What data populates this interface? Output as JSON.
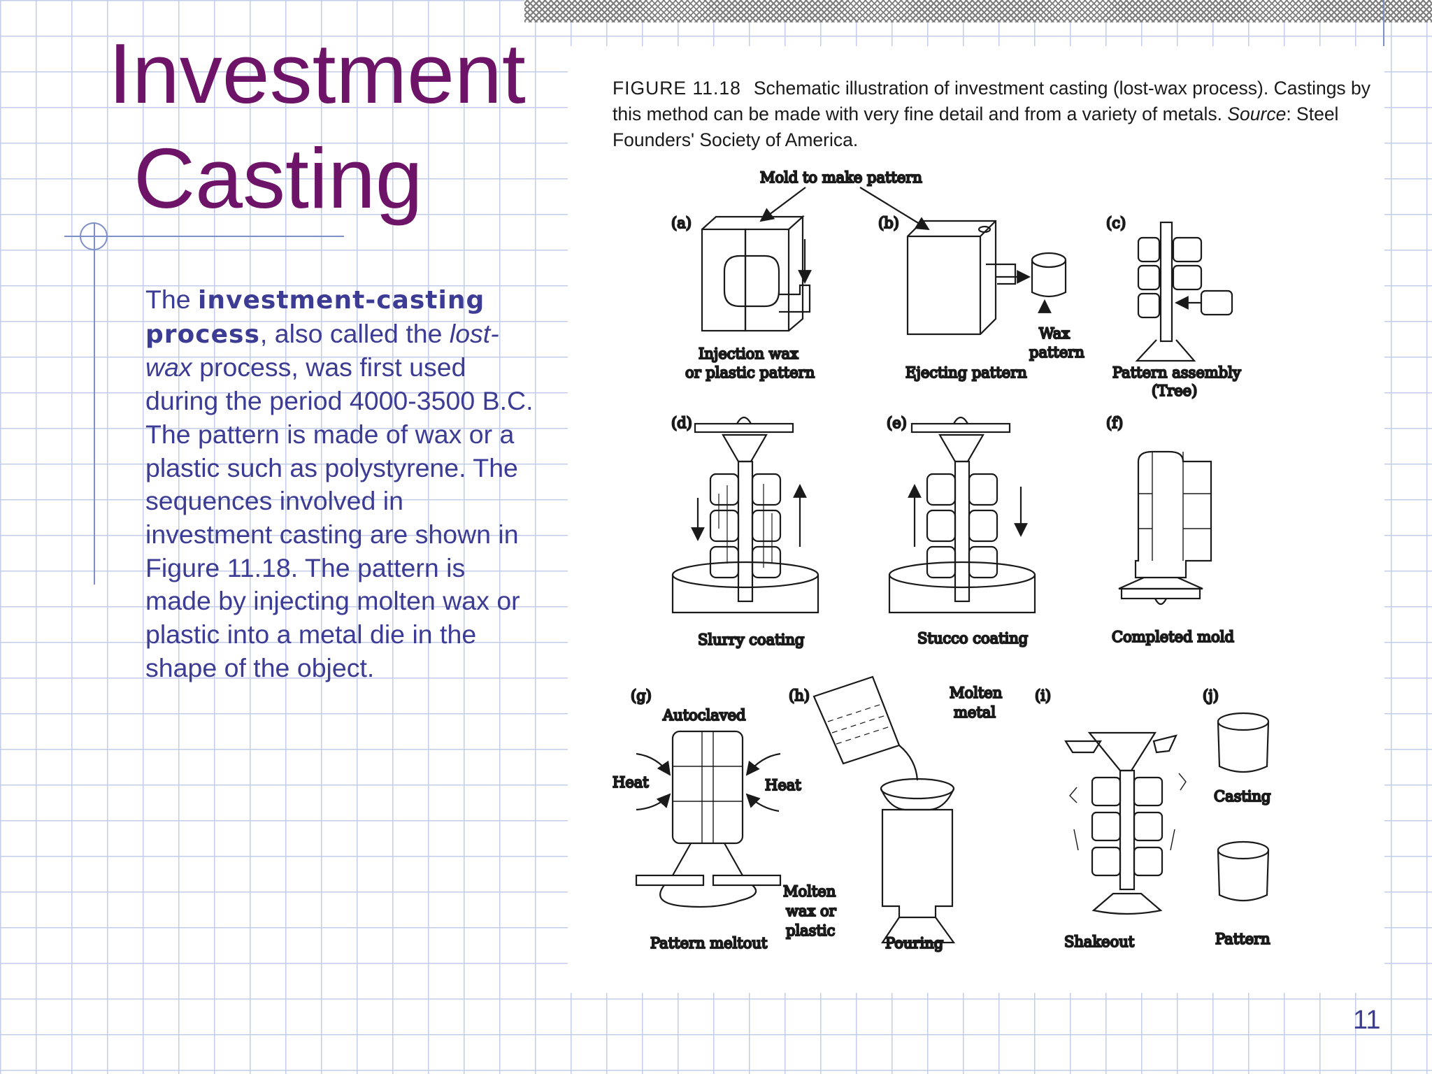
{
  "slide": {
    "title_line1": "Investment",
    "title_line2": "Casting",
    "body": {
      "t1": "The ",
      "t2": "investment-casting process",
      "t3": ", also called the ",
      "t4": "lost-wax",
      "t5": " process, was first used during the period 4000-3500 B.C. The pattern is made of wax or a plastic such as polystyrene. The sequences involved in investment casting are shown in Figure 11.18. The pattern is made by injecting molten wax or plastic into a metal die in the shape of the object."
    },
    "page_number": "11"
  },
  "figure": {
    "caption": {
      "number": "FIGURE 11.18",
      "text1": "Schematic illustration of investment casting (lost-wax process). Castings by this method can be made with very fine detail and from a variety of metals. ",
      "source_label": "Source",
      "text2": ": Steel Founders' Society of America."
    },
    "callout_mold": "Mold to make pattern",
    "panels": {
      "a": {
        "letter": "(a)",
        "label1": "Injection wax",
        "label2": "or plastic pattern"
      },
      "b": {
        "letter": "(b)",
        "label1": "Ejecting pattern",
        "wax1": "Wax",
        "wax2": "pattern"
      },
      "c": {
        "letter": "(c)",
        "label1": "Pattern assembly",
        "label2": "(Tree)"
      },
      "d": {
        "letter": "(d)",
        "label1": "Slurry coating"
      },
      "e": {
        "letter": "(e)",
        "label1": "Stucco coating"
      },
      "f": {
        "letter": "(f)",
        "label1": "Completed mold"
      },
      "g": {
        "letter": "(g)",
        "autoclaved": "Autoclaved",
        "heat_left": "Heat",
        "heat_right": "Heat",
        "molten1": "Molten",
        "molten2": "wax or",
        "molten3": "plastic",
        "label1": "Pattern meltout"
      },
      "h": {
        "letter": "(h)",
        "metal1": "Molten",
        "metal2": "metal",
        "label1": "Pouring"
      },
      "i": {
        "letter": "(i)",
        "label1": "Shakeout"
      },
      "j": {
        "letter": "(j)",
        "casting": "Casting",
        "pattern": "Pattern"
      }
    }
  }
}
